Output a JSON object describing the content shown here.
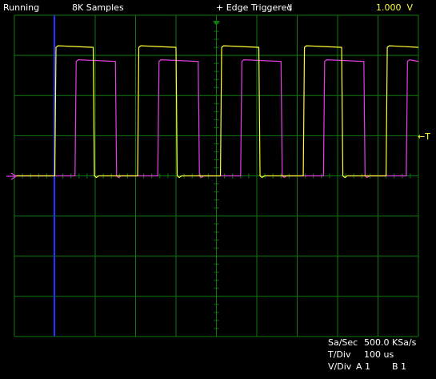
{
  "status": {
    "run_state": "Running",
    "samples": "8K Samples",
    "trigger_mode": "+ Edge Triggered",
    "edge_symbol": "\\",
    "trigger_level": "1.000  V"
  },
  "markers": {
    "trigger_marker": "←T"
  },
  "readout": {
    "rate_label": "Sa/Sec",
    "rate_value": "500.0 KSa/s",
    "tdiv_label": "T/Div",
    "tdiv_value": "100 us",
    "vdiv_label": "V/Div",
    "vdiv_a": "A 1",
    "vdiv_b": "B 1"
  },
  "colors": {
    "background": "#000000",
    "grid": "#0f7a0f",
    "channel_a": "#ffff33",
    "channel_b": "#e640e6",
    "cursor": "#2233ff",
    "text": "#ffffff",
    "trigger_text": "#ffff33"
  },
  "chart_data": {
    "type": "line",
    "grid": true,
    "x_divisions": 10,
    "y_divisions": 8,
    "time_per_div": "100 us",
    "series": [
      {
        "name": "A",
        "values_div": "square wave, low 0 div, high 3.2 div",
        "period_div": 2.05,
        "high_div": 0.95,
        "first_rise_div": 1.0
      },
      {
        "name": "B",
        "values_div": "square wave, low 0 div, high 2.85 div",
        "period_div": 2.05,
        "high_div": 1.0,
        "first_rise_div": 1.5
      }
    ]
  }
}
